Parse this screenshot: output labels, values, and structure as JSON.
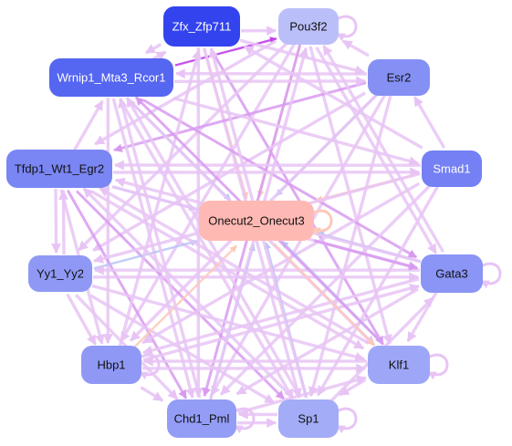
{
  "graph": {
    "nodes": [
      {
        "id": "zfx",
        "label": "Zfx_Zfp711",
        "fill": "#3344ee",
        "text_color": "#ffffff"
      },
      {
        "id": "pou3f2",
        "label": "Pou3f2",
        "fill": "#bbbff9",
        "text_color": "#111111"
      },
      {
        "id": "wrnip1",
        "label": "Wrnip1_Mta3_Rcor1",
        "fill": "#5566f0",
        "text_color": "#ffffff"
      },
      {
        "id": "esr2",
        "label": "Esr2",
        "fill": "#8590f4",
        "text_color": "#111111"
      },
      {
        "id": "tfdp1",
        "label": "Tfdp1_Wt1_Egr2",
        "fill": "#7a86f3",
        "text_color": "#111111"
      },
      {
        "id": "smad1",
        "label": "Smad1",
        "fill": "#7480f3",
        "text_color": "#ffffff"
      },
      {
        "id": "onecut",
        "label": "Onecut2_Onecut3",
        "fill": "#ffb9b4",
        "text_color": "#111111"
      },
      {
        "id": "yy1",
        "label": "Yy1_Yy2",
        "fill": "#8f99f5",
        "text_color": "#111111"
      },
      {
        "id": "gata3",
        "label": "Gata3",
        "fill": "#8a95f5",
        "text_color": "#111111"
      },
      {
        "id": "hbp1",
        "label": "Hbp1",
        "fill": "#8f99f5",
        "text_color": "#111111"
      },
      {
        "id": "klf1",
        "label": "Klf1",
        "fill": "#9ea7f7",
        "text_color": "#111111"
      },
      {
        "id": "chd1",
        "label": "Chd1_Pml",
        "fill": "#939df6",
        "text_color": "#111111"
      },
      {
        "id": "sp1",
        "label": "Sp1",
        "fill": "#a3acf7",
        "text_color": "#111111"
      }
    ],
    "edge_colors": {
      "pink": "#e8c4f5",
      "violet": "#d89af0",
      "purple": "#c040e8",
      "blue": "#b8c4f4",
      "salmon": "#fcc8b8"
    },
    "edges": [
      [
        "wrnip1",
        "zfx",
        "pink"
      ],
      [
        "zfx",
        "wrnip1",
        "pink"
      ],
      [
        "wrnip1",
        "pou3f2",
        "purple"
      ],
      [
        "zfx",
        "pou3f2",
        "pink"
      ],
      [
        "zfx",
        "onecut",
        "salmon"
      ],
      [
        "zfx",
        "chd1",
        "pink"
      ],
      [
        "zfx",
        "sp1",
        "pink"
      ],
      [
        "zfx",
        "klf1",
        "violet"
      ],
      [
        "zfx",
        "esr2",
        "pink"
      ],
      [
        "pou3f2",
        "onecut",
        "salmon"
      ],
      [
        "pou3f2",
        "hbp1",
        "pink"
      ],
      [
        "pou3f2",
        "yy1",
        "pink"
      ],
      [
        "pou3f2",
        "tfdp1",
        "pink"
      ],
      [
        "pou3f2",
        "chd1",
        "violet"
      ],
      [
        "pou3f2",
        "gata3",
        "pink"
      ],
      [
        "pou3f2",
        "klf1",
        "pink"
      ],
      [
        "esr2",
        "pou3f2",
        "pink"
      ],
      [
        "esr2",
        "wrnip1",
        "pink"
      ],
      [
        "esr2",
        "onecut",
        "blue"
      ],
      [
        "esr2",
        "tfdp1",
        "violet"
      ],
      [
        "esr2",
        "sp1",
        "pink"
      ],
      [
        "esr2",
        "hbp1",
        "pink"
      ],
      [
        "esr2",
        "chd1",
        "pink"
      ],
      [
        "esr2",
        "yy1",
        "pink"
      ],
      [
        "wrnip1",
        "esr2",
        "pink"
      ],
      [
        "wrnip1",
        "onecut",
        "blue"
      ],
      [
        "wrnip1",
        "gata3",
        "violet"
      ],
      [
        "wrnip1",
        "sp1",
        "pink"
      ],
      [
        "wrnip1",
        "klf1",
        "pink"
      ],
      [
        "wrnip1",
        "chd1",
        "pink"
      ],
      [
        "wrnip1",
        "hbp1",
        "pink"
      ],
      [
        "wrnip1",
        "smad1",
        "pink"
      ],
      [
        "tfdp1",
        "wrnip1",
        "pink"
      ],
      [
        "tfdp1",
        "yy1",
        "pink"
      ],
      [
        "yy1",
        "tfdp1",
        "pink"
      ],
      [
        "tfdp1",
        "onecut",
        "blue"
      ],
      [
        "tfdp1",
        "smad1",
        "pink"
      ],
      [
        "tfdp1",
        "gata3",
        "pink"
      ],
      [
        "tfdp1",
        "klf1",
        "pink"
      ],
      [
        "tfdp1",
        "sp1",
        "violet"
      ],
      [
        "tfdp1",
        "chd1",
        "violet"
      ],
      [
        "tfdp1",
        "hbp1",
        "pink"
      ],
      [
        "smad1",
        "tfdp1",
        "pink"
      ],
      [
        "smad1",
        "onecut",
        "salmon"
      ],
      [
        "smad1",
        "esr2",
        "pink"
      ],
      [
        "smad1",
        "hbp1",
        "pink"
      ],
      [
        "smad1",
        "chd1",
        "pink"
      ],
      [
        "smad1",
        "yy1",
        "pink"
      ],
      [
        "smad1",
        "sp1",
        "pink"
      ],
      [
        "smad1",
        "zfx",
        "pink"
      ],
      [
        "yy1",
        "onecut",
        "blue"
      ],
      [
        "yy1",
        "gata3",
        "pink"
      ],
      [
        "yy1",
        "klf1",
        "pink"
      ],
      [
        "yy1",
        "sp1",
        "pink"
      ],
      [
        "yy1",
        "hbp1",
        "pink"
      ],
      [
        "yy1",
        "chd1",
        "pink"
      ],
      [
        "gata3",
        "yy1",
        "pink"
      ],
      [
        "gata3",
        "onecut",
        "blue"
      ],
      [
        "gata3",
        "tfdp1",
        "pink"
      ],
      [
        "gata3",
        "hbp1",
        "pink"
      ],
      [
        "gata3",
        "chd1",
        "pink"
      ],
      [
        "gata3",
        "klf1",
        "pink"
      ],
      [
        "gata3",
        "pou3f2",
        "pink"
      ],
      [
        "hbp1",
        "onecut",
        "salmon"
      ],
      [
        "hbp1",
        "klf1",
        "pink"
      ],
      [
        "hbp1",
        "chd1",
        "pink"
      ],
      [
        "hbp1",
        "gata3",
        "pink"
      ],
      [
        "hbp1",
        "zfx",
        "pink"
      ],
      [
        "klf1",
        "onecut",
        "blue"
      ],
      [
        "klf1",
        "hbp1",
        "pink"
      ],
      [
        "klf1",
        "tfdp1",
        "pink"
      ],
      [
        "klf1",
        "wrnip1",
        "violet"
      ],
      [
        "klf1",
        "sp1",
        "pink"
      ],
      [
        "chd1",
        "onecut",
        "blue"
      ],
      [
        "chd1",
        "sp1",
        "pink"
      ],
      [
        "sp1",
        "chd1",
        "pink"
      ],
      [
        "chd1",
        "klf1",
        "pink"
      ],
      [
        "chd1",
        "wrnip1",
        "pink"
      ],
      [
        "chd1",
        "pou3f2",
        "pink"
      ],
      [
        "sp1",
        "onecut",
        "blue"
      ],
      [
        "sp1",
        "tfdp1",
        "pink"
      ],
      [
        "sp1",
        "zfx",
        "pink"
      ],
      [
        "sp1",
        "wrnip1",
        "pink"
      ],
      [
        "sp1",
        "gata3",
        "pink"
      ],
      [
        "onecut",
        "gata3",
        "violet"
      ],
      [
        "onecut",
        "klf1",
        "salmon"
      ]
    ],
    "self_loops": [
      "pou3f2",
      "gata3",
      "klf1",
      "hbp1",
      "sp1",
      "chd1",
      "onecut"
    ]
  }
}
